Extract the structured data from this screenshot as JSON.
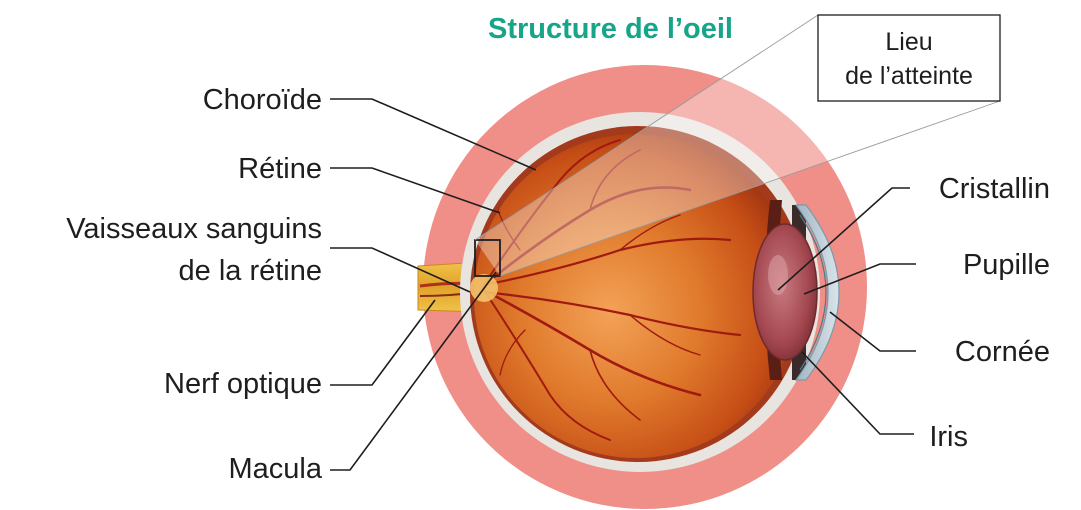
{
  "title": "Structure de l’oeil",
  "callout": {
    "line1": "Lieu",
    "line2": "de l’atteinte"
  },
  "labels": {
    "choroide": "Choroïde",
    "retine": "Rétine",
    "vaisseaux_1": "Vaisseaux sanguins",
    "vaisseaux_2": "de la rétine",
    "nerf_optique": "Nerf optique",
    "macula": "Macula",
    "cristallin": "Cristallin",
    "pupille": "Pupille",
    "cornee": "Cornée",
    "iris": "Iris"
  },
  "colors": {
    "title": "#17a589",
    "outer_ring": "#f08e88",
    "sclera": "#e8e4e0",
    "eyeball": "#d2561a",
    "leader_lines": "#1e1e1e"
  }
}
